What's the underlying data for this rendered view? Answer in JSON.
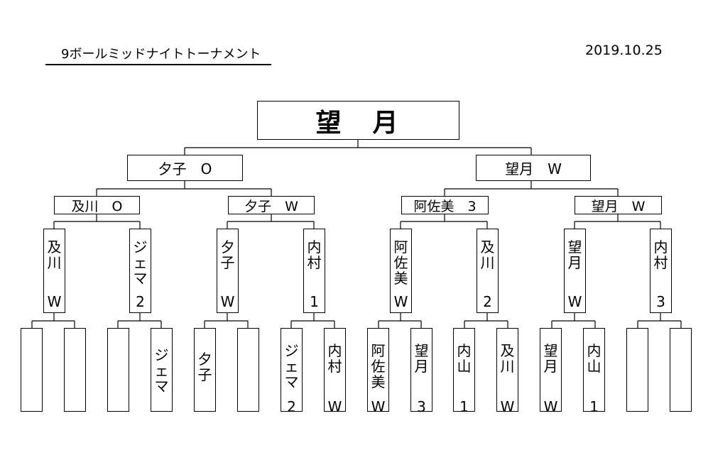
{
  "header": {
    "title": "9ボールミッドナイトトーナメント",
    "date": "2019.10.25"
  },
  "champion": "望　月",
  "semi": [
    {
      "text": "夕子　O"
    },
    {
      "text": "望月　W"
    }
  ],
  "quarter": [
    {
      "text": "及川　O"
    },
    {
      "text": "夕子　W"
    },
    {
      "text": "阿佐美　3"
    },
    {
      "text": "望月　W"
    }
  ],
  "round2": [
    {
      "name": [
        "及",
        "川"
      ],
      "score": "W"
    },
    {
      "name": [
        "ジ",
        "ェ",
        "マ"
      ],
      "score": "2"
    },
    {
      "name": [
        "夕",
        "子"
      ],
      "score": "W"
    },
    {
      "name": [
        "内",
        "村"
      ],
      "score": "1"
    },
    {
      "name": [
        "阿",
        "佐",
        "美"
      ],
      "score": "W"
    },
    {
      "name": [
        "及",
        "川"
      ],
      "score": "2"
    },
    {
      "name": [
        "望",
        "月"
      ],
      "score": "W"
    },
    {
      "name": [
        "内",
        "村"
      ],
      "score": "3"
    }
  ],
  "round1": [
    {
      "name": [],
      "score": ""
    },
    {
      "name": [],
      "score": ""
    },
    {
      "name": [],
      "score": ""
    },
    {
      "name": [
        "ジ",
        "ェ",
        "マ"
      ],
      "score": ""
    },
    {
      "name": [
        "夕",
        "子"
      ],
      "score": ""
    },
    {
      "name": [],
      "score": ""
    },
    {
      "name": [
        "ジ",
        "ェ",
        "マ"
      ],
      "score": "2"
    },
    {
      "name": [
        "内",
        "村"
      ],
      "score": "W"
    },
    {
      "name": [
        "阿",
        "佐",
        "美"
      ],
      "score": "W"
    },
    {
      "name": [
        "望",
        "月"
      ],
      "score": "3"
    },
    {
      "name": [
        "内",
        "山"
      ],
      "score": "1"
    },
    {
      "name": [
        "及",
        "川"
      ],
      "score": "W"
    },
    {
      "name": [
        "望",
        "月"
      ],
      "score": "W"
    },
    {
      "name": [
        "内",
        "山"
      ],
      "score": "1"
    },
    {
      "name": [],
      "score": ""
    },
    {
      "name": [],
      "score": ""
    }
  ]
}
